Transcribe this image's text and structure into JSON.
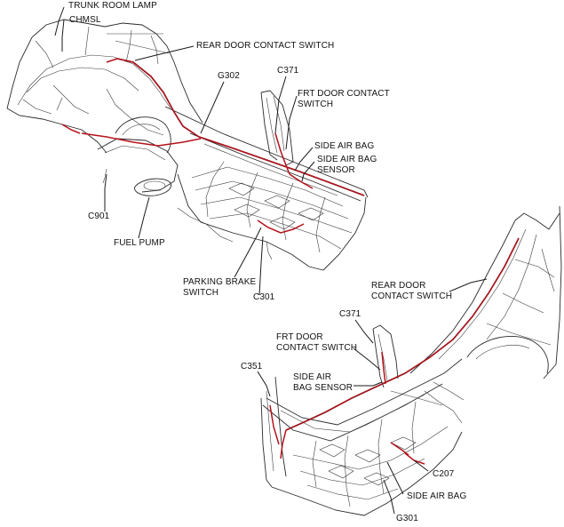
{
  "diagram": {
    "colors": {
      "harness": "#b5121b",
      "line": "#1a1a1a",
      "background": "#ffffff"
    },
    "top_view": {
      "labels": {
        "trunk_room_lamp": "TRUNK ROOM LAMP",
        "chmsl": "CHMSL",
        "rear_door_contact_switch": "REAR DOOR CONTACT SWITCH",
        "g302": "G302",
        "c371": "C371",
        "frt_door_contact_switch_1": "FRT DOOR CONTACT",
        "frt_door_contact_switch_2": "SWITCH",
        "side_air_bag": "SIDE AIR BAG",
        "side_air_bag_sensor_1": "SIDE AIR BAG",
        "side_air_bag_sensor_2": "SENSOR",
        "c901": "C901",
        "fuel_pump": "FUEL PUMP",
        "parking_brake_switch_1": "PARKING BRAKE",
        "parking_brake_switch_2": "SWITCH",
        "c301": "C301"
      }
    },
    "bottom_view": {
      "labels": {
        "rear_door_contact_switch_1": "REAR DOOR",
        "rear_door_contact_switch_2": "CONTACT SWITCH",
        "c371": "C371",
        "frt_door_contact_switch_1": "FRT DOOR",
        "frt_door_contact_switch_2": "CONTACT SWITCH",
        "c351": "C351",
        "side_air_bag_sensor_1": "SIDE AIR",
        "side_air_bag_sensor_2": "BAG SENSOR",
        "c207": "C207",
        "side_air_bag": "SIDE AIR BAG",
        "g301": "G301"
      }
    }
  }
}
